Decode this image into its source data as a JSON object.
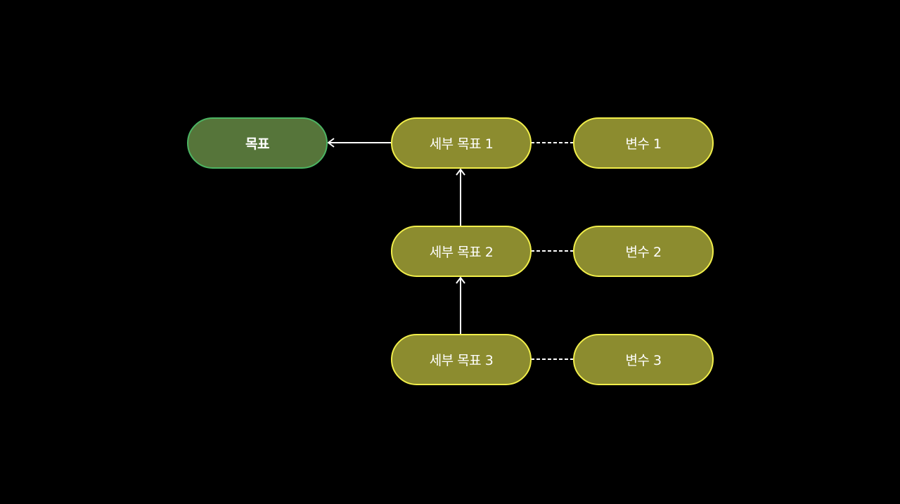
{
  "diagram": {
    "goal": {
      "label": "목표"
    },
    "subgoals": [
      {
        "label": "세부 목표 1"
      },
      {
        "label": "세부 목표 2"
      },
      {
        "label": "세부 목표 3"
      }
    ],
    "variables": [
      {
        "label": "변수 1"
      },
      {
        "label": "변수 2"
      },
      {
        "label": "변수 3"
      }
    ]
  },
  "colors": {
    "background": "#000000",
    "goal_fill": "#56753a",
    "goal_border": "#4cb563",
    "node_fill": "#8c8c2f",
    "node_border": "#f2ef4a",
    "connector": "#ffffff",
    "text": "#ffffff"
  }
}
